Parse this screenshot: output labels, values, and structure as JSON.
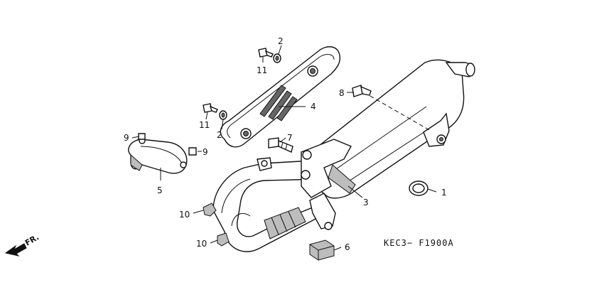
{
  "diagram": {
    "code": "KEC3− F1900A",
    "direction_label": "FR.",
    "callouts": [
      {
        "id": "c1",
        "text": "1"
      },
      {
        "id": "c2a",
        "text": "2"
      },
      {
        "id": "c2b",
        "text": "2"
      },
      {
        "id": "c3",
        "text": "3"
      },
      {
        "id": "c4",
        "text": "4"
      },
      {
        "id": "c5",
        "text": "5"
      },
      {
        "id": "c6",
        "text": "6"
      },
      {
        "id": "c7",
        "text": "7"
      },
      {
        "id": "c8",
        "text": "8"
      },
      {
        "id": "c9a",
        "text": "9"
      },
      {
        "id": "c9b",
        "text": "9"
      },
      {
        "id": "c10a",
        "text": "10"
      },
      {
        "id": "c10b",
        "text": "10"
      },
      {
        "id": "c11a",
        "text": "11"
      },
      {
        "id": "c11b",
        "text": "11"
      }
    ]
  }
}
